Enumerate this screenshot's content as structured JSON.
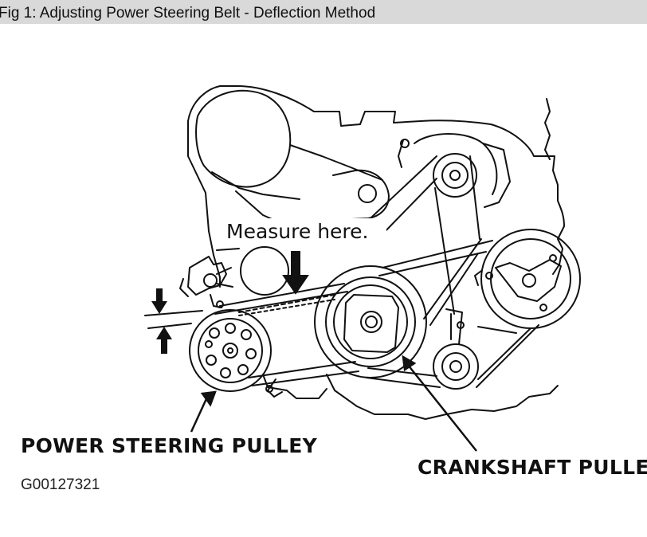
{
  "figure": {
    "caption": "Fig 1: Adjusting Power Steering Belt - Deflection Method",
    "reference_code": "G00127321"
  },
  "labels": {
    "measure": "Measure here.",
    "power_steering_pulley": "POWER STEERING PULLEY",
    "crankshaft_pulley": "CRANKSHAFT PULLEY"
  }
}
